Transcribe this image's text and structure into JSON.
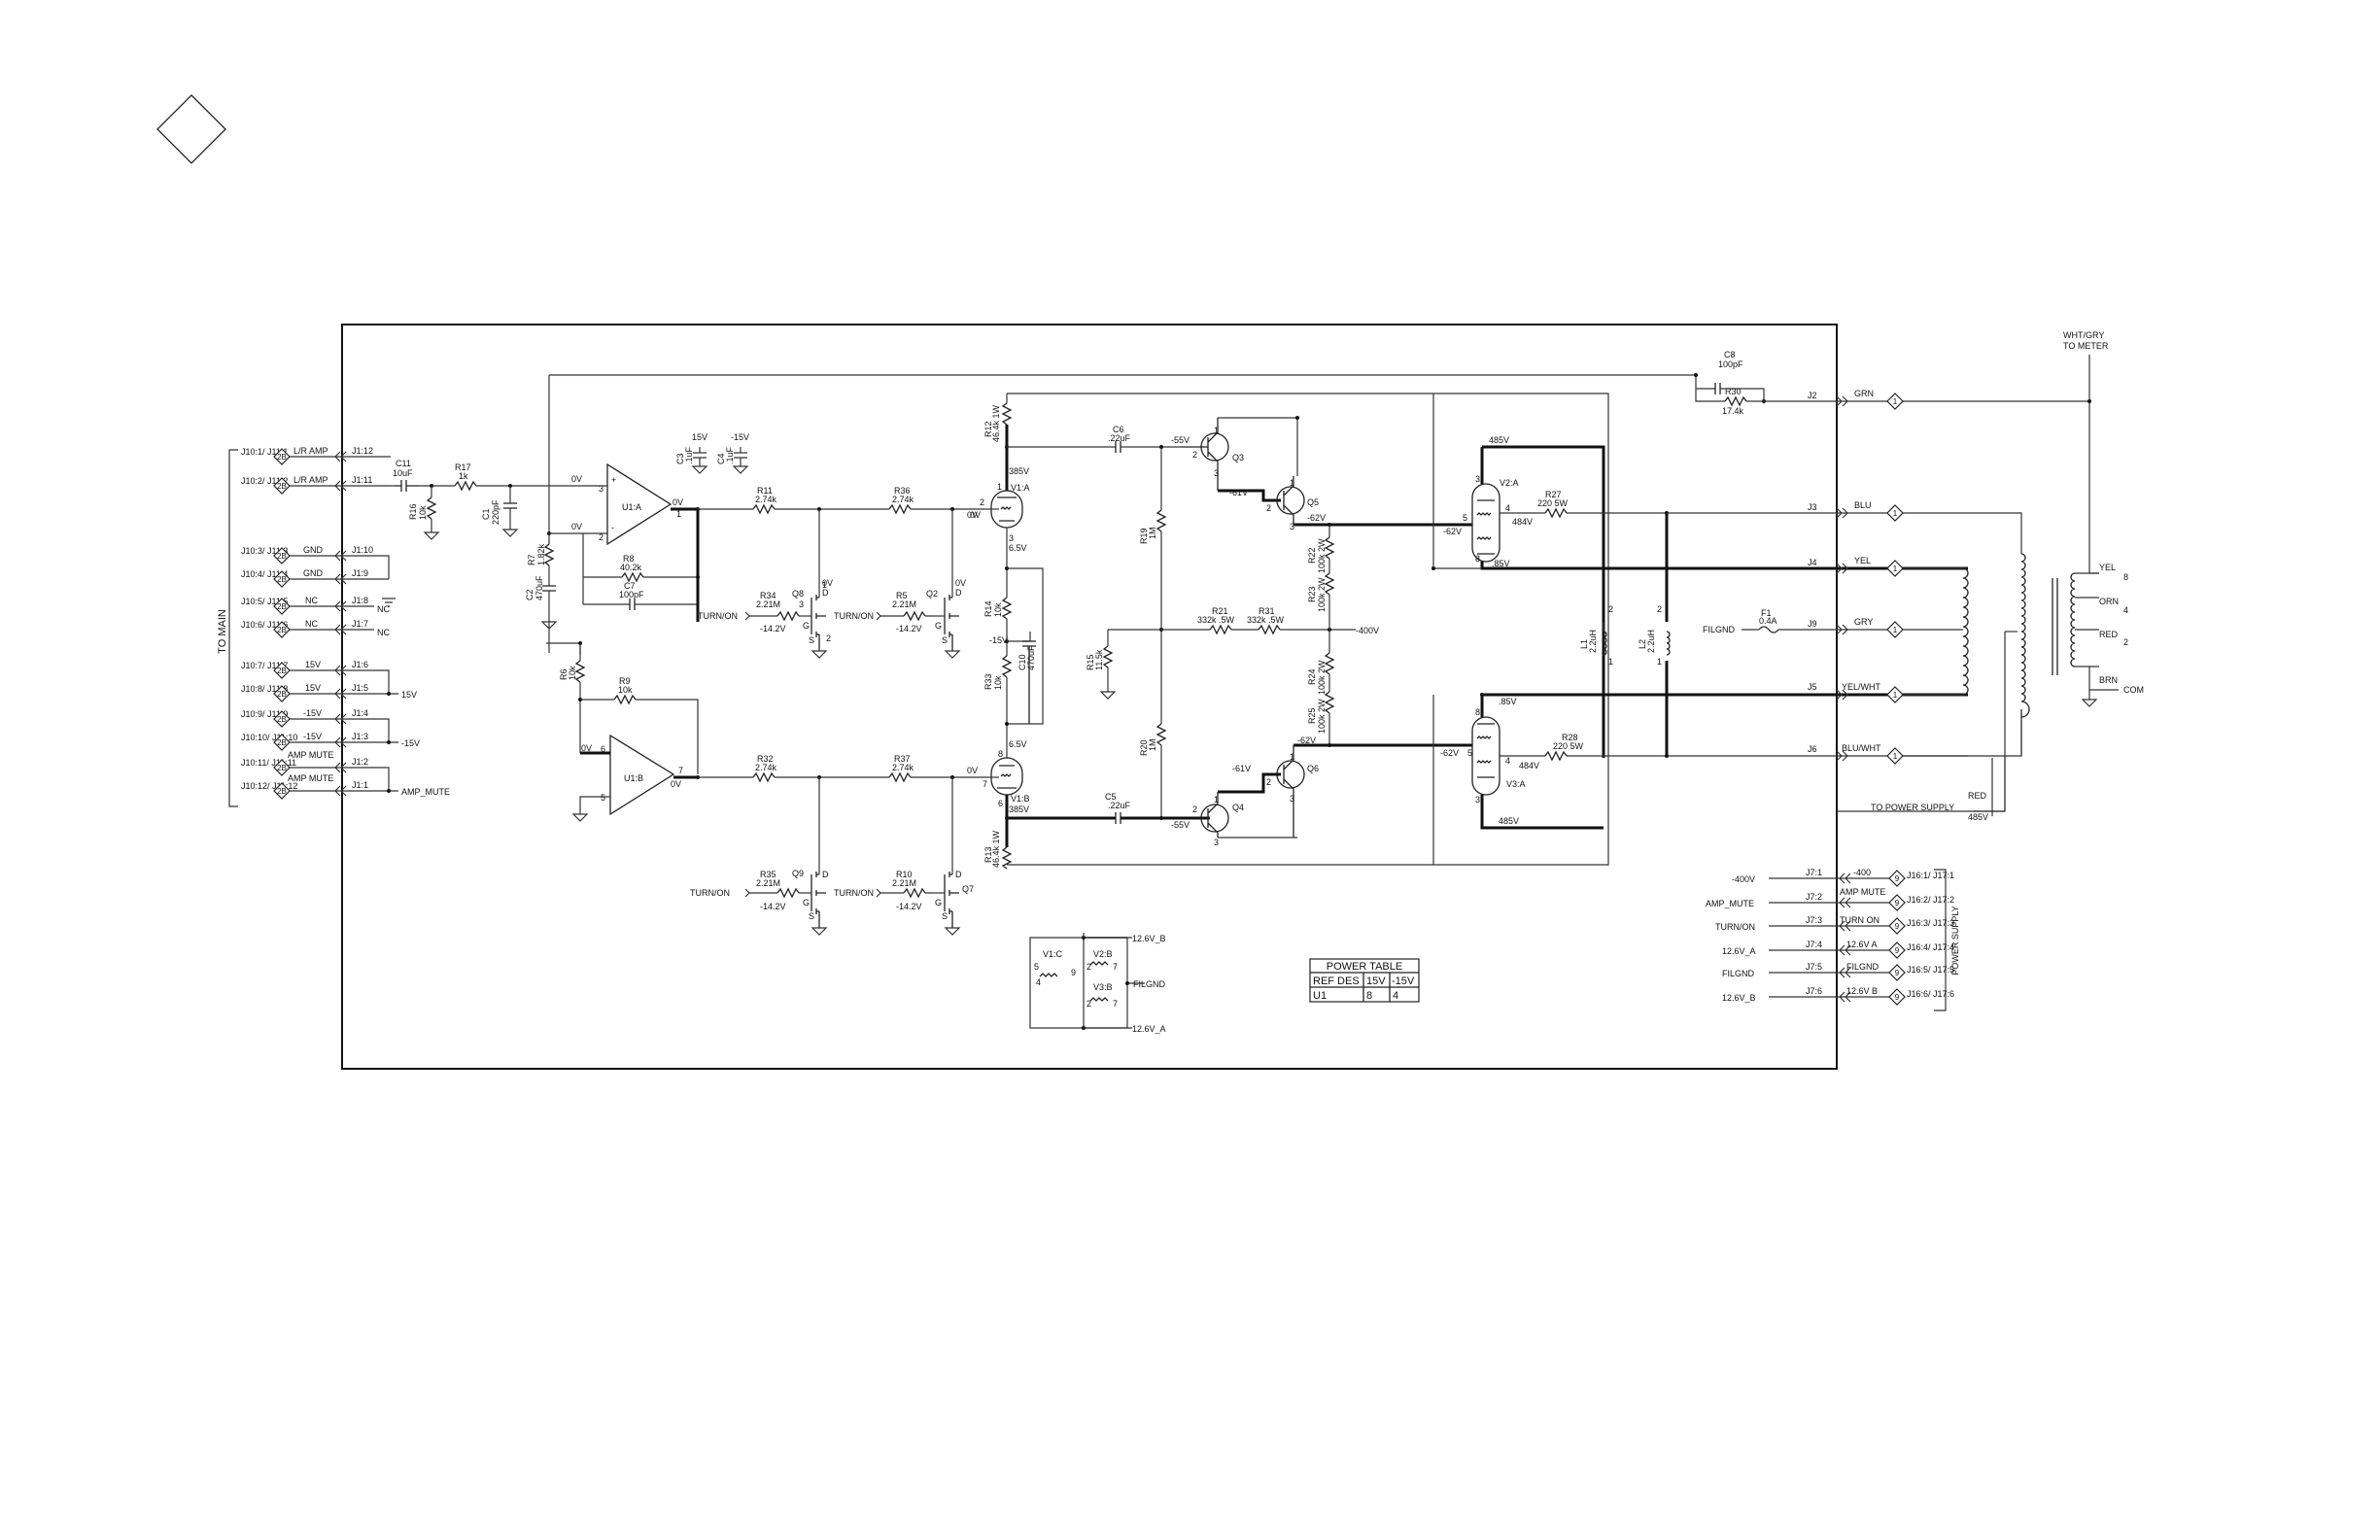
{
  "left_bus_label": "TO MAIN",
  "left_connectors": [
    {
      "ref": "J10:1/ J11:1",
      "pin": "2B",
      "name": "L/R AMP",
      "j1": "J1:12",
      "net": ""
    },
    {
      "ref": "J10:2/ J11:2",
      "pin": "2B",
      "name": "L/R AMP",
      "j1": "J1:11",
      "net": ""
    },
    {
      "ref": "J10:3/ J11:3",
      "pin": "2B",
      "name": "GND",
      "j1": "J1:10",
      "net": ""
    },
    {
      "ref": "J10:4/ J11:4",
      "pin": "2B",
      "name": "GND",
      "j1": "J1:9",
      "net": ""
    },
    {
      "ref": "J10:5/ J11:5",
      "pin": "2B",
      "name": "NC",
      "j1": "J1:8",
      "net": "NC"
    },
    {
      "ref": "J10:6/ J11:6",
      "pin": "2B",
      "name": "NC",
      "j1": "J1:7",
      "net": "NC"
    },
    {
      "ref": "J10:7/ J11:7",
      "pin": "2B",
      "name": "15V",
      "j1": "J1:6",
      "net": ""
    },
    {
      "ref": "J10:8/ J11:8",
      "pin": "2B",
      "name": "15V",
      "j1": "J1:5",
      "net": "15V"
    },
    {
      "ref": "J10:9/ J11:9",
      "pin": "2B",
      "name": "-15V",
      "j1": "J1:4",
      "net": ""
    },
    {
      "ref": "J10:10/ J11:10",
      "pin": "2B",
      "name": "-15V",
      "j1": "J1:3",
      "net": "-15V"
    },
    {
      "ref": "J10:11/ J11:11",
      "pin": "2B",
      "name": "AMP MUTE",
      "j1": "J1:2",
      "net": ""
    },
    {
      "ref": "J10:12/ J11:12",
      "pin": "2B",
      "name": "AMP MUTE",
      "j1": "J1:1",
      "net": "AMP_MUTE"
    }
  ],
  "components": {
    "c11": {
      "ref": "C11",
      "value": "10uF"
    },
    "r17": {
      "ref": "R17",
      "value": "1k"
    },
    "r16": {
      "ref": "R16",
      "value": "10k"
    },
    "c1": {
      "ref": "C1",
      "value": "220pF"
    },
    "c3": {
      "ref": "C3",
      "value": ".1uF"
    },
    "c4": {
      "ref": "C4",
      "value": ".1uF"
    },
    "r7": {
      "ref": "R7",
      "value": "1.82k"
    },
    "c2": {
      "ref": "C2",
      "value": "470uF"
    },
    "r8": {
      "ref": "R8",
      "value": "40.2k"
    },
    "c7": {
      "ref": "C7",
      "value": "100pF"
    },
    "r6": {
      "ref": "R6",
      "value": "10k"
    },
    "r9": {
      "ref": "R9",
      "value": "10k"
    },
    "u1a": {
      "ref": "U1:A"
    },
    "u1b": {
      "ref": "U1:B"
    },
    "r11": {
      "ref": "R11",
      "value": "2.74k"
    },
    "r36": {
      "ref": "R36",
      "value": "2.74k"
    },
    "r32": {
      "ref": "R32",
      "value": "2.74k"
    },
    "r37": {
      "ref": "R37",
      "value": "2.74k"
    },
    "r34": {
      "ref": "R34",
      "value": "2.21M"
    },
    "r5": {
      "ref": "R5",
      "value": "2.21M"
    },
    "r35": {
      "ref": "R35",
      "value": "2.21M"
    },
    "r10": {
      "ref": "R10",
      "value": "2.21M"
    },
    "q8": {
      "ref": "Q8"
    },
    "q2": {
      "ref": "Q2"
    },
    "q9": {
      "ref": "Q9"
    },
    "q7": {
      "ref": "Q7"
    },
    "r12": {
      "ref": "R12",
      "value": "46.4k 1W"
    },
    "r13": {
      "ref": "R13",
      "value": "46.4k 1W"
    },
    "r14": {
      "ref": "R14",
      "value": "10k"
    },
    "r33": {
      "ref": "R33",
      "value": "10k"
    },
    "c10": {
      "ref": "C10",
      "value": "470uF"
    },
    "v1a": {
      "ref": "V1:A"
    },
    "v1b": {
      "ref": "V1:B"
    },
    "c6": {
      "ref": "C6",
      "value": ".22uF"
    },
    "c5": {
      "ref": "C5",
      "value": ".22uF"
    },
    "r19": {
      "ref": "R19",
      "value": "1M"
    },
    "r20": {
      "ref": "R20",
      "value": "1M"
    },
    "r15": {
      "ref": "R15",
      "value": "11.5k"
    },
    "r21": {
      "ref": "R21",
      "value": "332k .5W"
    },
    "r31": {
      "ref": "R31",
      "value": "332k .5W"
    },
    "q3": {
      "ref": "Q3"
    },
    "q4": {
      "ref": "Q4"
    },
    "q5": {
      "ref": "Q5"
    },
    "q6": {
      "ref": "Q6"
    },
    "r22": {
      "ref": "R22",
      "value": "100k 2W"
    },
    "r23": {
      "ref": "R23",
      "value": "100k 2W"
    },
    "r24": {
      "ref": "R24",
      "value": "100k 2W"
    },
    "r25": {
      "ref": "R25",
      "value": "100k 2W"
    },
    "v2a": {
      "ref": "V2:A"
    },
    "v3a": {
      "ref": "V3:A"
    },
    "r27": {
      "ref": "R27",
      "value": "220 5W"
    },
    "r28": {
      "ref": "R28",
      "value": "220 5W"
    },
    "l1": {
      "ref": "L1",
      "value": "2.2uH"
    },
    "l2": {
      "ref": "L2",
      "value": "2.2uH"
    },
    "c8": {
      "ref": "C8",
      "value": "100pF"
    },
    "r30": {
      "ref": "R30",
      "value": "17.4k"
    },
    "f1": {
      "ref": "F1",
      "value": "0.4A"
    }
  },
  "nets": {
    "zero_v": "0V",
    "pos15": "15V",
    "neg15": "-15V",
    "turn_on": "TURN/ON",
    "gate_bias": "-14.2V",
    "b385": "385V",
    "k65": "6.5V",
    "neg400": "-400V",
    "neg55": "-55V",
    "neg61": "-61V",
    "neg62": "-62V",
    "p485": "485V",
    "p484": "484V",
    "p85": ".85V",
    "filgnd": "FILGND",
    "v126a": "12.6V_A",
    "v126b": "12.6V_B",
    "to_power_supply": "TO POWER SUPPLY"
  },
  "output_connectors": [
    {
      "j": "J2",
      "color": "GRN",
      "pin": "1"
    },
    {
      "j": "J3",
      "color": "BLU",
      "pin": "1"
    },
    {
      "j": "J4",
      "color": "YEL",
      "pin": "1"
    },
    {
      "j": "J9",
      "color": "GRY",
      "pin": "1"
    },
    {
      "j": "J5",
      "color": "YEL/WHT",
      "pin": "1"
    },
    {
      "j": "J6",
      "color": "BLU/WHT",
      "pin": "1"
    }
  ],
  "meter_label_1": "WHT/GRY",
  "meter_label_2": "TO METER",
  "taps": [
    {
      "color": "YEL",
      "num": "8"
    },
    {
      "color": "ORN",
      "num": "4"
    },
    {
      "color": "RED",
      "num": "2"
    },
    {
      "color": "BRN",
      "num": "COM"
    }
  ],
  "supply_wire": {
    "color": "RED",
    "volt": "485V"
  },
  "power_connectors": [
    {
      "net": "-400V",
      "j7": "J7:1",
      "name": "-400",
      "pin": "9",
      "j16": "J16:1/ J17:1"
    },
    {
      "net": "AMP_MUTE",
      "j7": "J7:2",
      "name": "AMP MUTE",
      "pin": "9",
      "j16": "J16:2/ J17:2"
    },
    {
      "net": "TURN/ON",
      "j7": "J7:3",
      "name": "TURN ON",
      "pin": "9",
      "j16": "J16:3/ J17:3"
    },
    {
      "net": "12.6V_A",
      "j7": "J7:4",
      "name": "12.6V A",
      "pin": "9",
      "j16": "J16:4/ J17:4"
    },
    {
      "net": "FILGND",
      "j7": "J7:5",
      "name": "FILGND",
      "pin": "9",
      "j16": "J16:5/ J17:5"
    },
    {
      "net": "12.6V_B",
      "j7": "J7:6",
      "name": "12.6V B",
      "pin": "9",
      "j16": "J16:6/ J17:6"
    }
  ],
  "power_supply_label": "POWER SUPPLY",
  "heaters": {
    "v1c": "V1:C",
    "v2b": "V2:B",
    "v3b": "V3:B"
  },
  "power_table": {
    "title": "POWER TABLE",
    "headers": [
      "REF DES",
      "15V",
      "-15V"
    ],
    "rows": [
      [
        "U1",
        "8",
        "4"
      ]
    ]
  },
  "pin_numbers": {
    "one": "1",
    "two": "2",
    "three": "3",
    "four": "4",
    "five": "5",
    "six": "6",
    "seven": "7",
    "eight": "8",
    "nine": "9",
    "d": "D",
    "g": "G",
    "s": "S",
    "plus": "+",
    "minus": "-"
  }
}
